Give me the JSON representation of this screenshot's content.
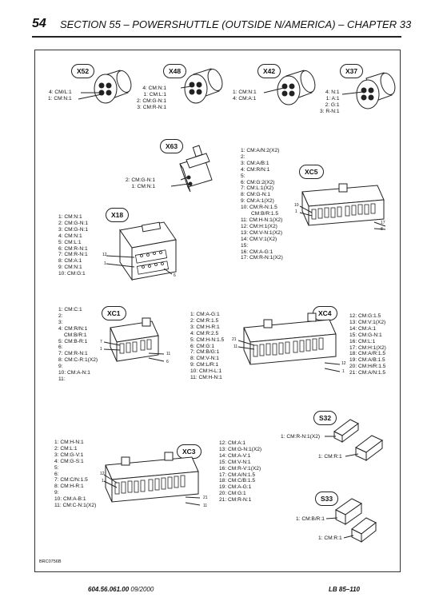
{
  "header": {
    "page_number": "54",
    "title": "SECTION 55 – POWERSHUTTLE (OUTSIDE N/AMERICA) – CHAPTER 33"
  },
  "connectors": {
    "x52": {
      "tag": "X52",
      "pins": [
        "4: CM/L:1",
        "1: CM:N:1"
      ]
    },
    "x48": {
      "tag": "X48",
      "pins": [
        "4: CM:N:1",
        "1: CM:L:1",
        "2: CM:G-N:1",
        "3: CM:R-N:1"
      ]
    },
    "x42": {
      "tag": "X42",
      "pins": [
        "1: CM:N:1",
        "4: CM:A:1"
      ]
    },
    "x37": {
      "tag": "X37",
      "pins": [
        "4: N:1",
        "1: A:1",
        "2: G:1",
        "3: R-N:1"
      ]
    },
    "x63": {
      "tag": "X63",
      "pins": [
        "2: CM:G-N:1",
        "1: CM:N:1"
      ]
    },
    "xc5": {
      "tag": "XC5",
      "pins": [
        "1: CM:A/N:2(X2)",
        "2:",
        "3: CM:A/B:1",
        "4: CM:R/N:1",
        "5:",
        "6: CM:G:2(X2)",
        "7: CM:L:1(X2)",
        "8: CM:G-N:1",
        "9: CM:A:1(X2)",
        "10: CM:R-N:1.5",
        "CM:B/R:1.5",
        "11: CM:H-N:1(X2)",
        "12: CM:H:1(X2)",
        "13: CM:V-N:1(X2)",
        "14: CM:V:1(X2)",
        "15:",
        "16: CM:A-G:1",
        "17: CM:R-N:1(X2)"
      ]
    },
    "x18": {
      "tag": "X18",
      "pins": [
        "1: CM:N:1",
        "2: CM:G-N:1",
        "3: CM:G-N:1",
        "4: CM:N:1",
        "5: CM:L:1",
        "6: CM:R-N:1",
        "7: CM:R-N:1",
        "8: CM:A:1",
        "9: CM:N:1",
        "10: CM:G:1"
      ]
    },
    "xc1": {
      "tag": "XC1",
      "pins": [
        "1: CM:C:1",
        "2:",
        "3:",
        "4: CM:R/N:1",
        "CM:B/R:1",
        "5: CM:B-R:1",
        "6:",
        "7: CM:R-N:1",
        "8: CM:C-R:1(X2)",
        "9:",
        "10: CM:A-N:1",
        "11:"
      ]
    },
    "xc4": {
      "tag": "XC4",
      "pins_left": [
        "1: CM:A-G:1",
        "2: CM:R:1.5",
        "3: CM:H-R:1",
        "4: CM:R:2.5",
        "5: CM:H-N:1.5",
        "6: CM:G:1",
        "7: CM:B/G:1",
        "8: CM:V-N:1",
        "9: CM:L/R:1",
        "10: CM:H-L:1",
        "11: CM:H-N:1"
      ],
      "pins_right": [
        "12: CM:G:1.5",
        "13: CM:V:1(X2)",
        "14: CM:A:1",
        "15: CM:G-N:1",
        "16: CM:L:1",
        "17: CM:H:1(X2)",
        "18: CM:A/R:1.5",
        "19: CM:A/B:1.5",
        "20: CM:H/R:1.5",
        "21: CM:A/N:1.5"
      ]
    },
    "xc3": {
      "tag": "XC3",
      "pins_left": [
        "1: CM:H-N:1",
        "2: CM:L:1",
        "3: CM:G-V:1",
        "4: CM:G-S:1",
        "5:",
        "6:",
        "7: CM:C/N:1.5",
        "8: CM:H-R:1",
        "9:",
        "10: CM:A-B:1",
        "11: CM:C-N:1(X2)"
      ],
      "pins_right": [
        "12: CM:A:1",
        "13: CM:G-N:1(X2)",
        "14: CM:A-V:1",
        "15: CM:V-N:1",
        "16: CM:R-V:1(X2)",
        "17: CM:A/N:1.5",
        "18: CM:C/B:1.5",
        "19: CM:A-G:1",
        "20: CM:G:1",
        "21: CM:R-N:1"
      ]
    },
    "s32": {
      "tag": "S32",
      "pins": [
        "1: CM:R-N:1(X2)",
        "1: CM:R:1"
      ]
    },
    "s33": {
      "tag": "S33",
      "pins": [
        "1: CM:B/R:1",
        "1: CM:R:1"
      ]
    }
  },
  "figure_ref": "BRC0756B",
  "footer": {
    "doc_number": "604.56.061.00",
    "date": "09/2000",
    "right": "LB 85–110"
  }
}
